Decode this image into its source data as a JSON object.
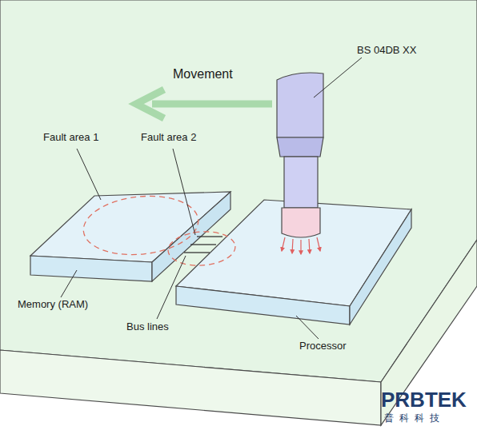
{
  "diagram": {
    "labels": [
      "BS 04DB XX",
      "Movement",
      "Fault area 1",
      "Fault area 2",
      "Memory (RAM)",
      "Bus lines",
      "Processor",
      "PRBTEK",
      "普科科技"
    ]
  }
}
